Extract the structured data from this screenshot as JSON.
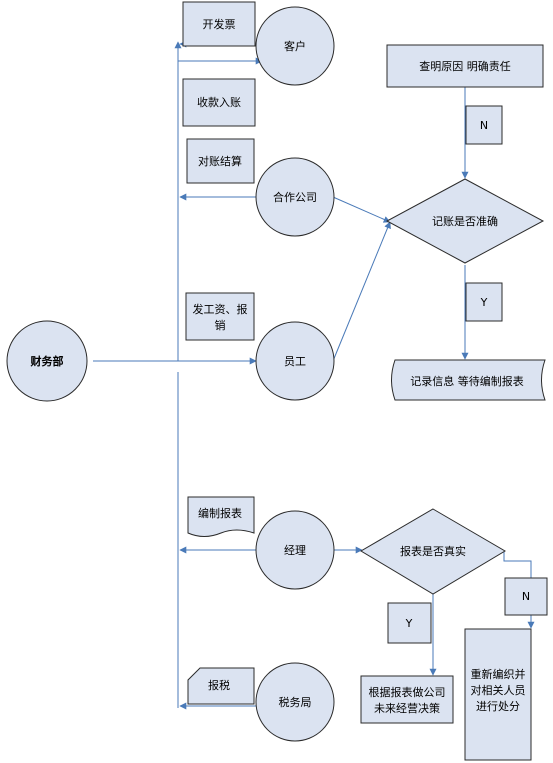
{
  "nodes": {
    "finance_dept": "财务部",
    "customer": "客户",
    "partner_company": "合作公司",
    "employee": "员工",
    "manager": "经理",
    "tax_bureau": "税务局",
    "issue_invoice": "开发票",
    "receipt_posting": "收款入账",
    "reconciliation": "对账结算",
    "pay_wages_1": "发工资、报",
    "pay_wages_2": "销",
    "prepare_report": "编制报表",
    "tax_filing": "报税",
    "find_cause": "查明原因 明确责任",
    "accounting_check": "记账是否准确",
    "record_info": "记录信息 等待编制报表",
    "report_true": "报表是否真实",
    "decision_1": "根据报表做公司",
    "decision_2": "未来经营决策",
    "redo_1": "重新编织并",
    "redo_2": "对相关人员",
    "redo_3": "进行处分",
    "n_label_1": "N",
    "y_label_1": "Y",
    "n_label_2": "N",
    "y_label_2": "Y"
  },
  "colors": {
    "node_fill": "#dbe3f1",
    "node_stroke": "#2b2b2b",
    "edge": "#4a7ab8"
  }
}
